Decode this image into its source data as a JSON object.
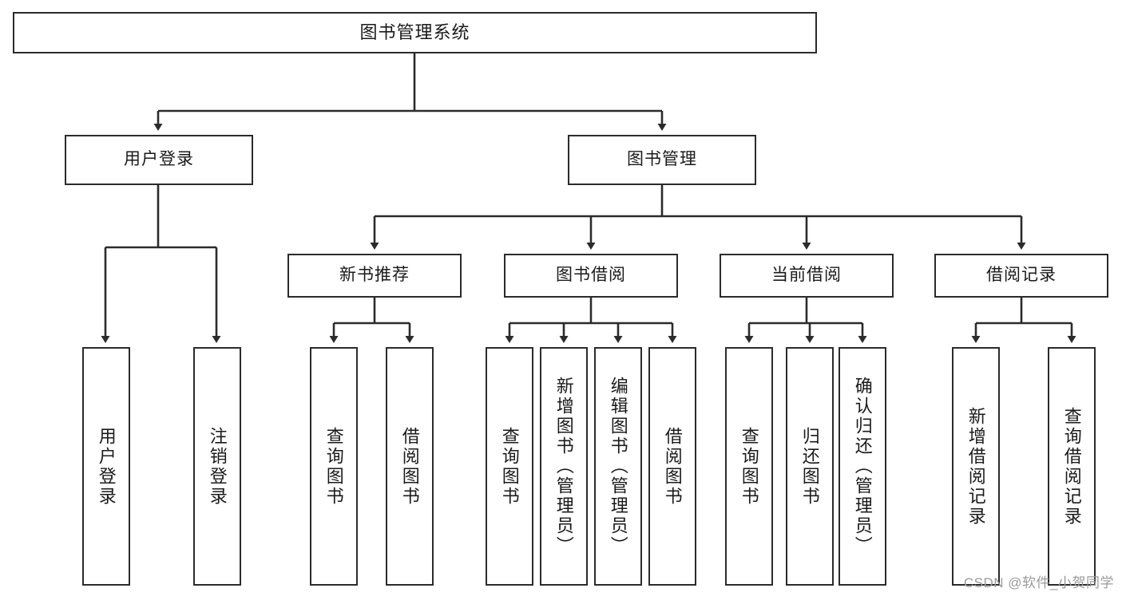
{
  "diagram": {
    "type": "tree-hierarchy",
    "title": "图书管理系统",
    "theme": {
      "box_border": "#2b2b2b",
      "box_fill": "#ffffff",
      "line": "#2b2b2b",
      "text": "#1a1a1a",
      "background": "#ffffff",
      "watermark": "#9a9a9a"
    },
    "root": {
      "label": "图书管理系统"
    },
    "level2": [
      {
        "label": "用户登录"
      },
      {
        "label": "图书管理"
      }
    ],
    "level3": [
      {
        "label": "新书推荐"
      },
      {
        "label": "图书借阅"
      },
      {
        "label": "当前借阅"
      },
      {
        "label": "借阅记录"
      }
    ],
    "leaves": {
      "user_login": [
        {
          "label": "用户登录"
        },
        {
          "label": "注销登录"
        }
      ],
      "new_book_recommend": [
        {
          "label": "查询图书"
        },
        {
          "label": "借阅图书"
        }
      ],
      "book_borrow": [
        {
          "label": "查询图书"
        },
        {
          "label": "新增图书（管理员）"
        },
        {
          "label": "编辑图书（管理员）"
        },
        {
          "label": "借阅图书"
        }
      ],
      "current_borrow": [
        {
          "label": "查询图书"
        },
        {
          "label": "归还图书"
        },
        {
          "label": "确认归还（管理员）"
        }
      ],
      "borrow_record": [
        {
          "label": "新增借阅记录"
        },
        {
          "label": "查询借阅记录"
        }
      ]
    }
  },
  "watermark": {
    "text": "CSDN @软件_小贺同学"
  }
}
